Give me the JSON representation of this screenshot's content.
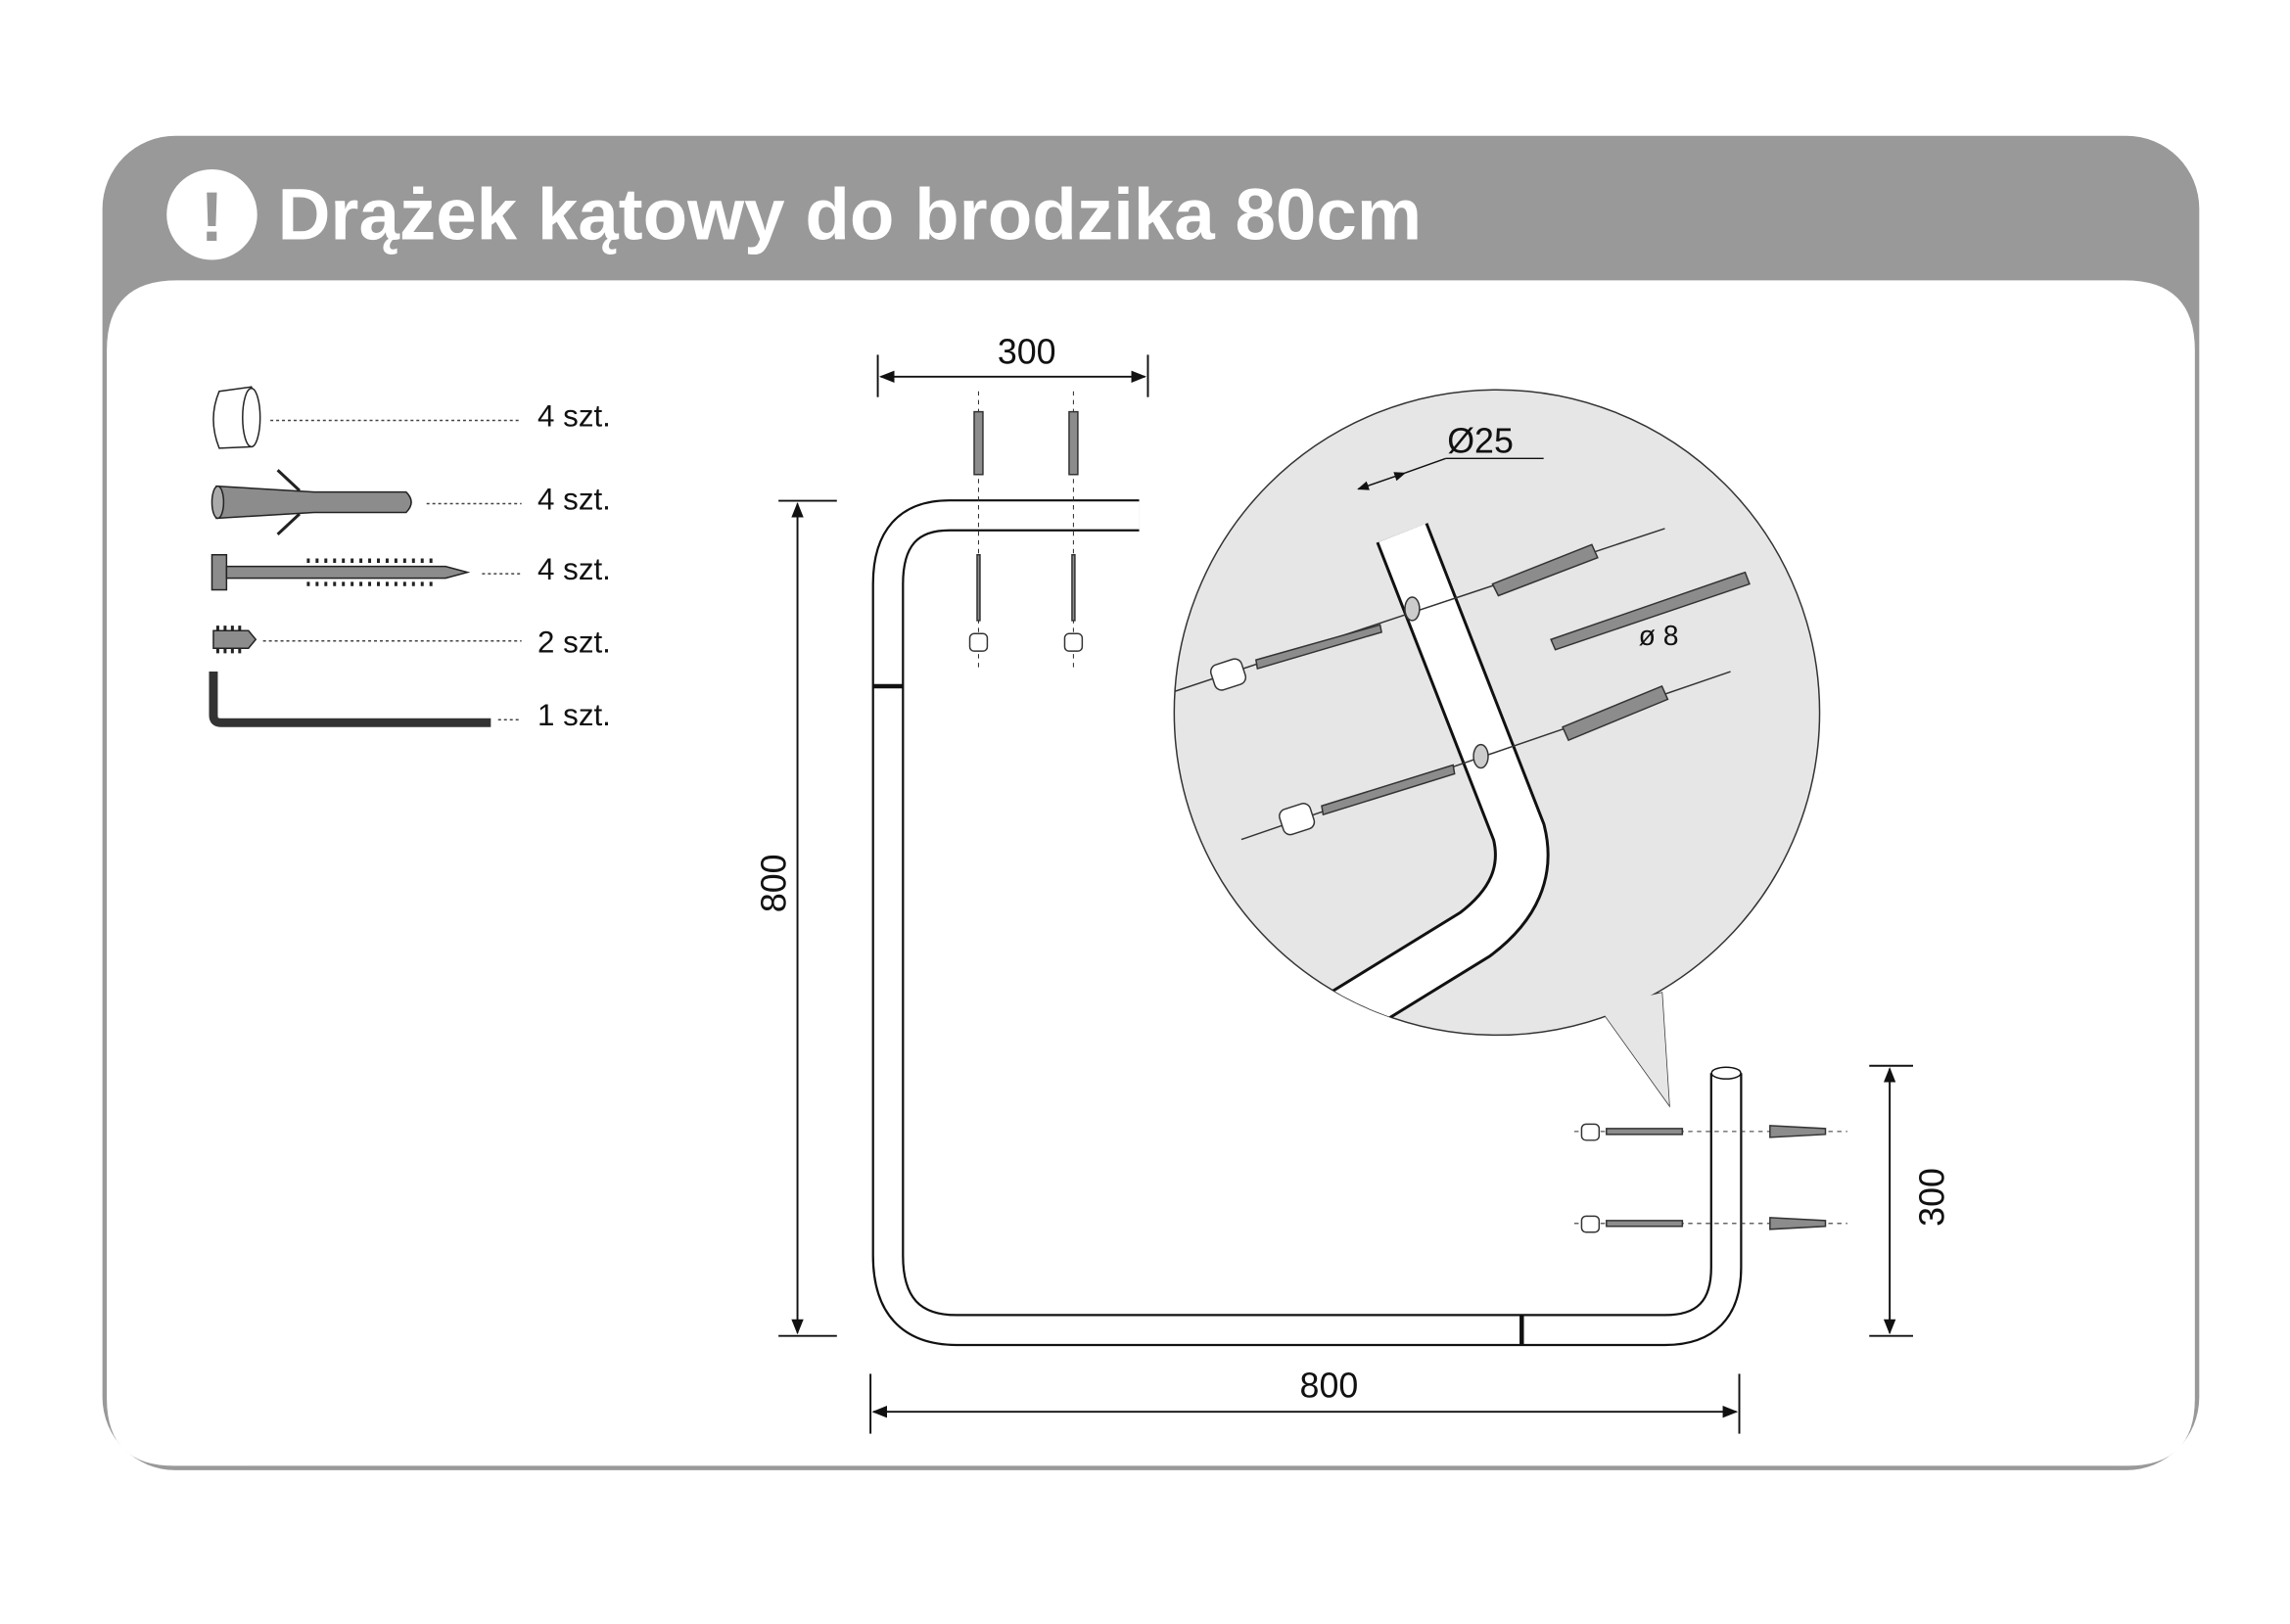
{
  "header": {
    "icon": "exclamation-icon",
    "icon_glyph": "!",
    "title": "Drążek kątowy do brodzika 80cm"
  },
  "parts": [
    {
      "name": "end-cap",
      "quantity": "4 szt."
    },
    {
      "name": "wall-plug",
      "quantity": "4 szt."
    },
    {
      "name": "screw",
      "quantity": "4 szt."
    },
    {
      "name": "set-screw",
      "quantity": "2 szt."
    },
    {
      "name": "allen-key",
      "quantity": "1 szt."
    }
  ],
  "dimensions": {
    "top_width": "300",
    "left_height": "800",
    "bottom_width": "800",
    "right_height": "300",
    "tube_diameter": "Ø25",
    "drill_diameter": "ø 8"
  },
  "colors": {
    "header": "#999999",
    "detail_circle": "#e6e6e6",
    "hardware": "#8c8c8c"
  }
}
